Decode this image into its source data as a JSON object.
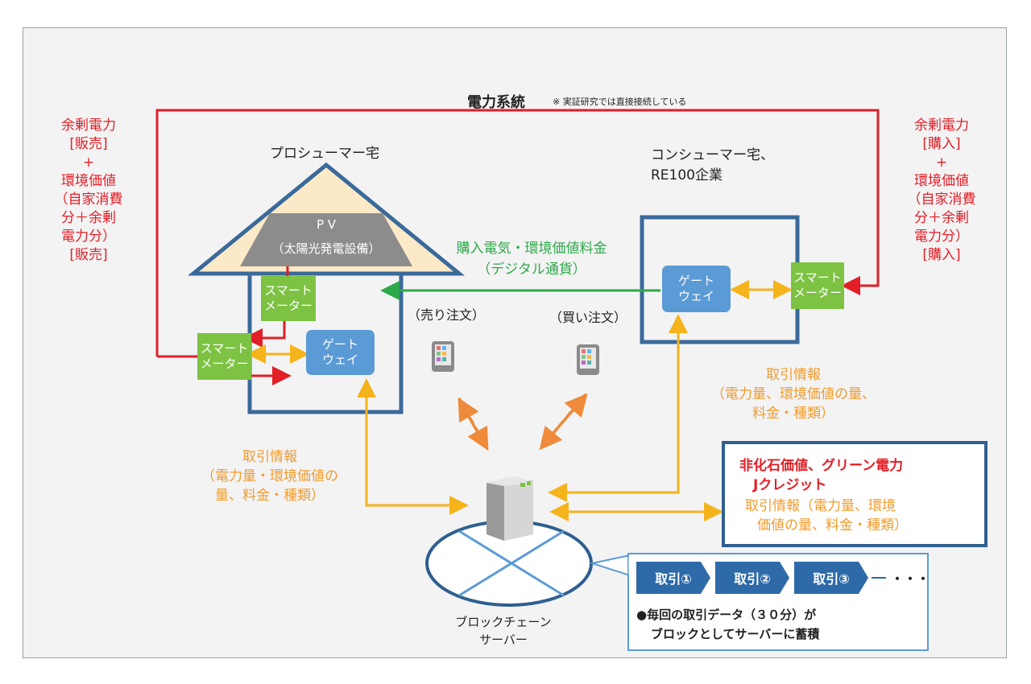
{
  "grid": {
    "title": "電力系統",
    "note": "※ 実証研究では直接接続している"
  },
  "left_side": {
    "lines": [
      "余剰電力",
      "[販売]",
      "+",
      "環境価値",
      "（自家消費",
      "分＋余剰",
      "電力分）",
      "[販売]"
    ]
  },
  "right_side": {
    "lines": [
      "余剰電力",
      "[購入]",
      "+",
      "環境価値",
      "（自家消費",
      "分＋余剰",
      "電力分）",
      "[購入]"
    ]
  },
  "prosumer": {
    "title": "プロシューマー宅",
    "pv_line1": "P V",
    "pv_line2": "（太陽光発電設備）",
    "smart_meter_top": "スマート\nメーター",
    "smart_meter_bottom": "スマート\nメーター",
    "gateway": "ゲート\nウェイ"
  },
  "consumer": {
    "title_line1": "コンシューマー宅、",
    "title_line2": "RE100企業",
    "gateway": "ゲート\nウェイ",
    "smart_meter": "スマート\nメーター"
  },
  "payment": {
    "line1": "購入電気・環境価値料金",
    "line2": "（デジタル通貨）"
  },
  "orders": {
    "sell": "（売り注文）",
    "buy": "（買い注文）"
  },
  "trade_info_left": {
    "lines": [
      "取引情報",
      "（電力量・環境価値の",
      "量、料金・種類）"
    ]
  },
  "trade_info_right": {
    "lines": [
      "取引情報",
      "（電力量、環境価値の量、",
      "料金・種類）"
    ]
  },
  "certificate_box": {
    "line1": "非化石価値、グリーン電力",
    "line2": "Jクレジット",
    "line3": "取引情報（電力量、環境",
    "line4": "価値の量、料金・種類）"
  },
  "blockchain": {
    "label_line1": "ブロックチェーン",
    "label_line2": "サーバー",
    "tx": [
      "取引①",
      "取引②",
      "取引③"
    ],
    "ellipsis": "・・・",
    "note_line1": "●毎回の取引データ（３０分）が",
    "note_line2": "ブロックとしてサーバーに蓄積"
  },
  "colors": {
    "red": "#e21e26",
    "orange": "#f29b2b",
    "green": "#2da84a",
    "blue_border": "#3a6a9a",
    "smart_meter": "#7dc243",
    "gateway": "#5b9bd5",
    "tx_block": "#2e6aa8"
  }
}
